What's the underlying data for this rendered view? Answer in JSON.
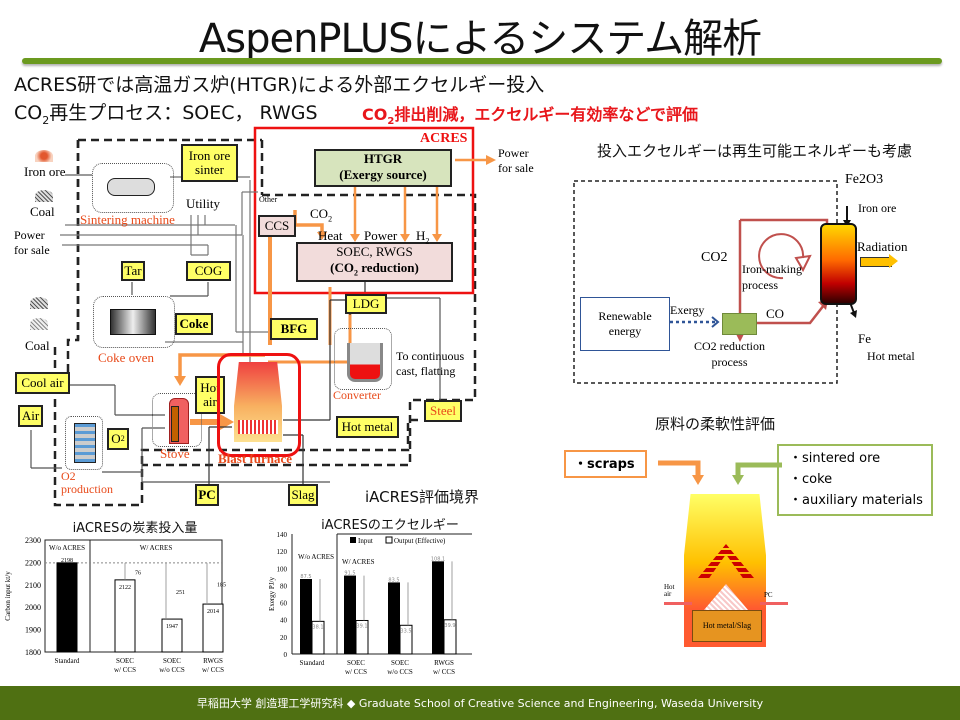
{
  "header": {
    "title": "AspenPLUSによるシステム解析",
    "line1": "ACRES研では高温ガス炉(HTGR)による外部エクセルギー投入",
    "line2_prefix": "CO",
    "line2_sub": "2",
    "line2_rest": "再生プロセス：SOEC，  RWGS",
    "highlight_prefix": "CO",
    "highlight_sub": "2",
    "highlight_rest": "排出削減，エクセルギー有効率などで評価"
  },
  "process_diagram": {
    "acres_label": "ACRES",
    "htgr_title": "HTGR",
    "htgr_sub": "(Exergy source)",
    "power_for_sale_right": [
      "Power",
      "for sale"
    ],
    "soec_title": "SOEC, RWGS",
    "soec_sub_prefix": "(CO",
    "soec_sub_sub": "2",
    "soec_sub_rest": " reduction)",
    "ccs": "CCS",
    "other": "Other",
    "co2": "CO",
    "co2_sub": "2",
    "heat": "Heat",
    "power": "Power",
    "h2": "H",
    "h2_sub": "2",
    "iron_ore": "Iron ore",
    "coal_top": "Coal",
    "coal_bottom": "Coal",
    "sintering_machine": "Sintering machine",
    "iron_ore_sinter": [
      "Iron ore",
      "sinter"
    ],
    "utility": "Utility",
    "power_for_sale_left": [
      "Power",
      "for sale"
    ],
    "tar": "Tar",
    "cog": "COG",
    "coke_oven": "Coke oven",
    "coke": "Coke",
    "bfg": "BFG",
    "ldg": "LDG",
    "to_continuous": [
      "To continuous",
      "cast, flatting"
    ],
    "converter": "Converter",
    "steel": "Steel",
    "cool_air": "Cool air",
    "air": "Air",
    "o2": "O",
    "o2_sub": "2",
    "o2_production": [
      "O2",
      "production"
    ],
    "stove": "Stove",
    "hot_air": [
      "Hot",
      "air"
    ],
    "blast_furnace": "Blast furnace",
    "hot_metal": "Hot metal",
    "pc": "PC",
    "slag": "Slag",
    "boundary_label": "iACRES評価境界"
  },
  "renewable_diagram": {
    "heading": "投入エクセルギーは再生可能エネルギーも考慮",
    "fe2o3": "Fe2O3",
    "iron_ore": "Iron ore",
    "radiation": "Radiation",
    "co2": "CO2",
    "iron_making": [
      "Iron-making",
      "process"
    ],
    "renewable_energy": [
      "Renewable",
      "energy"
    ],
    "exergy": "Exergy",
    "co": "CO",
    "co2_reduction": [
      "CO2 reduction",
      "process"
    ],
    "fe": "Fe",
    "hot_metal": "Hot metal"
  },
  "flexibility": {
    "heading": "原料の柔軟性評価",
    "left_box": "・scraps",
    "right_box": [
      "・sintered ore",
      "・coke",
      "・auxiliary materials"
    ],
    "hot_air": [
      "Hot",
      "air"
    ],
    "pc": "PC",
    "hot_metal_slag": "Hot metal/Slag"
  },
  "footer": {
    "text": "早稲田大学 創造理工学研究科 ◆ Graduate School of Creative Science and Engineering, Waseda University"
  },
  "chart_data": [
    {
      "type": "bar",
      "title": "iACRESの炭素投入量",
      "xlabel": "",
      "ylabel": "Carbon input kt/y",
      "ylim": [
        1800,
        2300
      ],
      "yticks": [
        1800,
        1900,
        2000,
        2100,
        2200,
        2300
      ],
      "categories": [
        "Standard",
        "SOEC w/ CCS",
        "SOEC w/o CCS",
        "RWGS w/ CCS"
      ],
      "values": [
        2198,
        2122,
        1947,
        2014
      ],
      "reductions": [
        null,
        76,
        251,
        185
      ],
      "group_labels": [
        "W/o ACRES",
        "W/ ACRES"
      ],
      "reference_line": 2198,
      "colors": [
        "#000000",
        "#ffffff",
        "#ffffff",
        "#ffffff"
      ]
    },
    {
      "type": "bar",
      "title": "iACRESのエクセルギー",
      "xlabel": "",
      "ylabel": "Exergy PJ/y",
      "ylim": [
        0,
        140
      ],
      "yticks": [
        0,
        20,
        40,
        60,
        80,
        100,
        120,
        140
      ],
      "categories": [
        "Standard",
        "SOEC w/ CCS",
        "SOEC w/o CCS",
        "RWGS w/ CCS"
      ],
      "series": [
        {
          "name": "Input",
          "values": [
            87.5,
            91.5,
            83.5,
            108.1
          ],
          "color": "#000000"
        },
        {
          "name": "Output (Effective)",
          "values": [
            38.1,
            39.1,
            33.5,
            39.9
          ],
          "color": "#ffffff"
        }
      ],
      "group_labels": [
        "W/o ACRES",
        "W/ ACRES"
      ],
      "legend": "top-right"
    }
  ]
}
